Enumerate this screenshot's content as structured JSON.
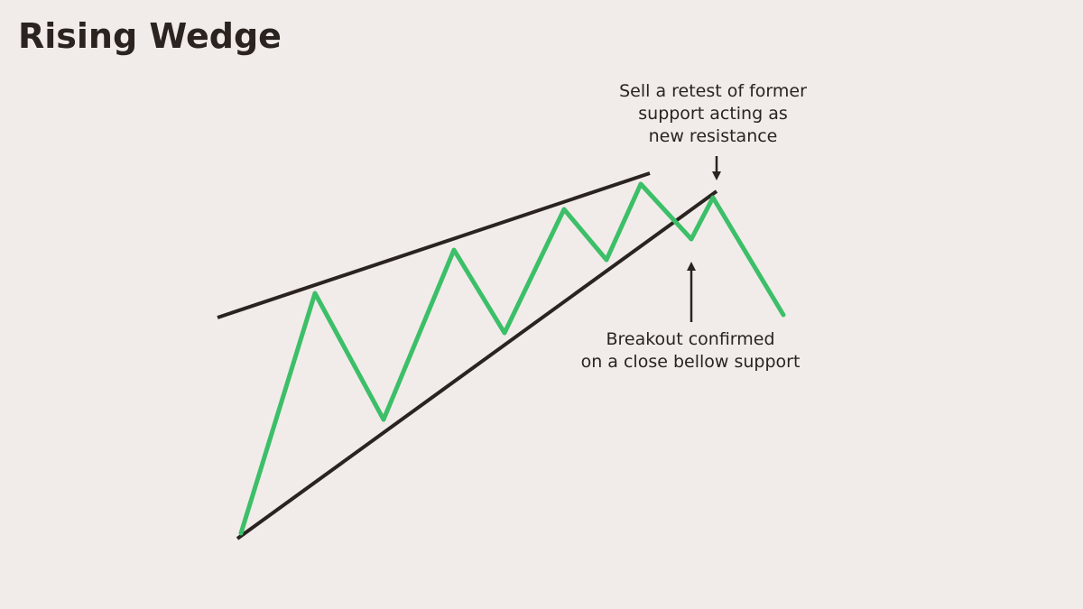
{
  "title": "Rising Wedge",
  "annotations": {
    "retest": {
      "lines": [
        "Sell a retest of former",
        "support acting as",
        "new resistance"
      ]
    },
    "breakout": {
      "lines": [
        "Breakout confirmed",
        "on a close bellow support"
      ]
    }
  },
  "colors": {
    "background": "#f1ece9",
    "trendline": "#2a231f",
    "price": "#3cbf68",
    "text": "#2a231f"
  }
}
